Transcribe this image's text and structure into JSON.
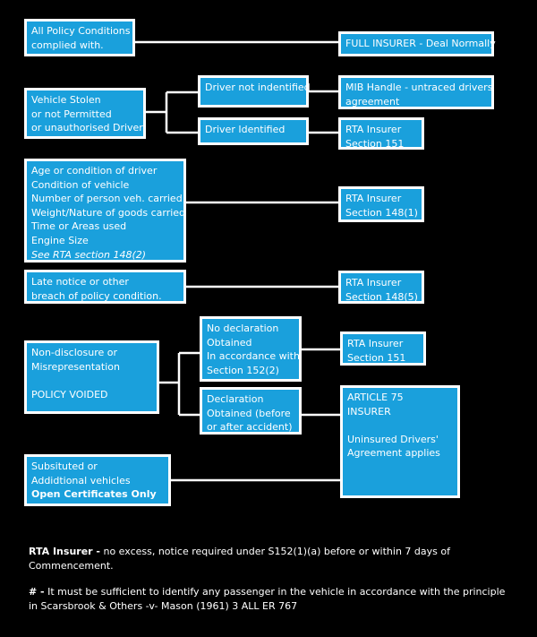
{
  "boxes": {
    "all_policy": {
      "lines": [
        "All Policy Conditions",
        "complied with."
      ]
    },
    "full_insurer": {
      "lines": [
        "FULL INSURER - Deal Normally"
      ]
    },
    "vehicle_stolen": {
      "lines": [
        "Vehicle Stolen",
        "or not Permitted",
        "or unauthorised Driver!"
      ]
    },
    "driver_not_identified": {
      "lines": [
        "Driver not indentified"
      ]
    },
    "mib_handle": {
      "lines": [
        "MIB Handle - untraced drivers",
        "agreement"
      ]
    },
    "driver_identified": {
      "lines": [
        "Driver Identified"
      ]
    },
    "rta_151_a": {
      "lines": [
        "RTA Insurer",
        "Section 151"
      ]
    },
    "age_condition": {
      "lines": [
        "Age or condition of driver",
        "Condition of vehicle",
        "Number of person veh. carried",
        "Weight/Nature of goods carried",
        "Time or Areas used",
        "Engine Size",
        "See RTA section 148(2)"
      ]
    },
    "rta_148_1": {
      "lines": [
        "RTA Insurer",
        "Section 148(1)"
      ]
    },
    "late_notice": {
      "lines": [
        "Late notice or  other",
        "breach of policy condition."
      ]
    },
    "rta_148_5": {
      "lines": [
        "RTA Insurer",
        "Section 148(5)"
      ]
    },
    "no_declaration": {
      "lines": [
        "No declaration",
        "Obtained",
        "In accordance with",
        "Section 152(2)"
      ]
    },
    "rta_151_b": {
      "lines": [
        "RTA Insurer",
        "Section 151"
      ]
    },
    "non_disclosure": {
      "lines": [
        "Non-disclosure or",
        "Misrepresentation",
        "",
        "POLICY VOIDED"
      ]
    },
    "declaration": {
      "lines": [
        "Declaration",
        "Obtained (before",
        "or after accident)"
      ]
    },
    "article75": {
      "lines": [
        "ARTICLE 75",
        "INSURER",
        "",
        "Uninsured Drivers'",
        "Agreement applies"
      ]
    },
    "substituted": {
      "lines": [
        "Subsituted or",
        "Addidtional vehicles",
        "Open Certificates Only"
      ]
    }
  },
  "notes": {
    "rta_lead": "RTA Insurer -",
    "rta_text": " no excess, notice required under S152(1)(a) before or within 7 days of",
    "rta_text2": "Commencement.",
    "hash_lead": "# -",
    "hash_text": " It must be sufficient to identify any passenger in the vehicle in accordance with the principle",
    "hash_text2": "in Scarsbrook & Others -v- Mason (1961) 3 ALL ER 767"
  },
  "colors": {
    "box_fill": "#1aa0dc",
    "border": "#ffffff",
    "background": "#000000"
  }
}
